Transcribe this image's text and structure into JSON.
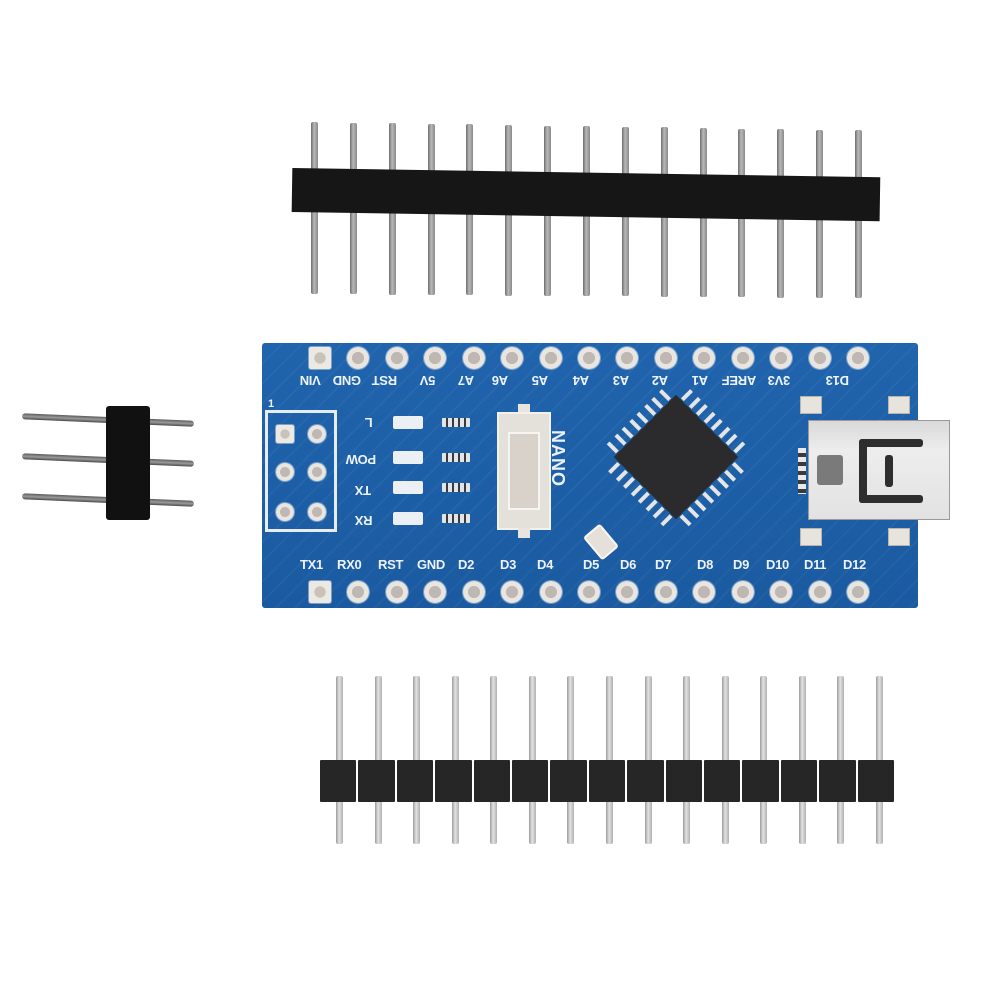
{
  "image": {
    "subject": "Arduino Nano compatible microcontroller board with loose pin headers",
    "background_color": "#ffffff",
    "board_color": "#1d5ea6"
  },
  "board": {
    "model_label": "NANO",
    "top_row_labels": [
      "VIN",
      "GND",
      "RST",
      "5V",
      "A7",
      "A6",
      "A5",
      "A4",
      "A3",
      "A2",
      "A1",
      "AREF",
      "3V3",
      "D13"
    ],
    "top_row_silkscreen_text": "VIN GND RST 5V A7 A6 A5 A4 A3 A2 A1 AREF 3V3 D13",
    "bottom_row_labels": [
      "TX1",
      "RX0",
      "RST",
      "GND",
      "D2",
      "D3",
      "D4",
      "D5",
      "D6",
      "D7",
      "D8",
      "D9",
      "D10",
      "D11",
      "D12"
    ],
    "led_labels": [
      "L",
      "POW",
      "TX",
      "RX"
    ],
    "icsp_header_marker": "1",
    "pads_per_row": 15
  },
  "components": {
    "icsp_header": "icsp-2x3",
    "reset_button": "tactile-switch",
    "microcontroller": "qfp-32-chip",
    "crystal": "smd-crystal",
    "usb_connector": "mini-usb",
    "leds": 4
  },
  "headers": {
    "top_strip_pin_count": 15,
    "bottom_strip_pin_count": 15,
    "small_header_pin_count": 3,
    "small_header_rows": 3
  }
}
